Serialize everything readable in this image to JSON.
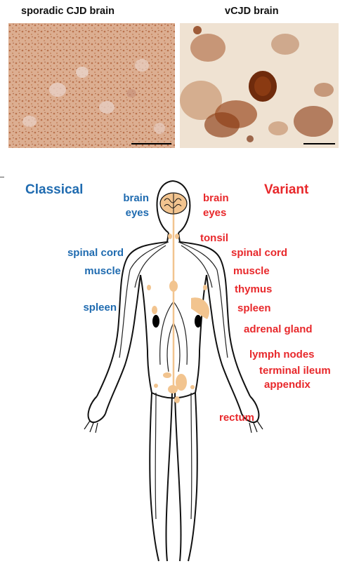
{
  "micrographs": {
    "left_title": "sporadic CJD brain",
    "right_title": "vCJD brain"
  },
  "diagram": {
    "classical_heading": "Classical",
    "variant_heading": "Variant",
    "classical_labels": [
      "brain",
      "eyes",
      "spinal cord",
      "muscle",
      "spleen"
    ],
    "variant_labels": [
      "brain",
      "eyes",
      "tonsil",
      "spinal cord",
      "muscle",
      "thymus",
      "spleen",
      "adrenal gland",
      "lymph nodes",
      "terminal ileum",
      "appendix",
      "rectum"
    ]
  },
  "colors": {
    "classical": "#1f6bb0",
    "variant": "#e8282b",
    "tissue": "#f2c48f",
    "stain_dark": "#8a3a12"
  }
}
